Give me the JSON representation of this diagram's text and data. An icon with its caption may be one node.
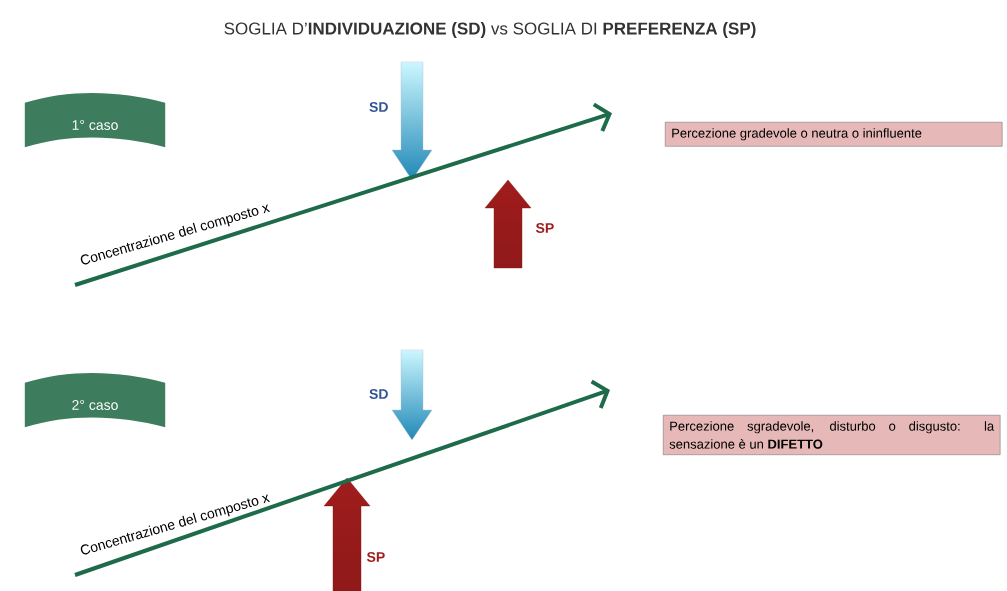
{
  "diagram": {
    "title": "SOGLIA D’**INDIVIDUAZIONE (SD)** vs SOGLIA DI **PREFERENZA (SP)**",
    "nodes": [
      {
        "text": [
          "1° caso"
        ]
      },
      {
        "text": [
          "Percezione gradevole o neutra o ininfluente"
        ]
      },
      {
        "text": [
          "2° caso"
        ]
      },
      {
        "text": [
          "Percezione sgradevole, disturbo o disgusto: la sensazione è un **DIFETTO**"
        ]
      }
    ],
    "edges": [
      {
        "from": null,
        "to": 1,
        "arrow": "to",
        "label": "Concentrazione del composto x"
      },
      {
        "from": null,
        "to": 3,
        "arrow": "to",
        "label": "Concentrazione del composto x"
      }
    ],
    "labels": [
      "SD",
      "SP",
      "SD",
      "SP"
    ]
  }
}
